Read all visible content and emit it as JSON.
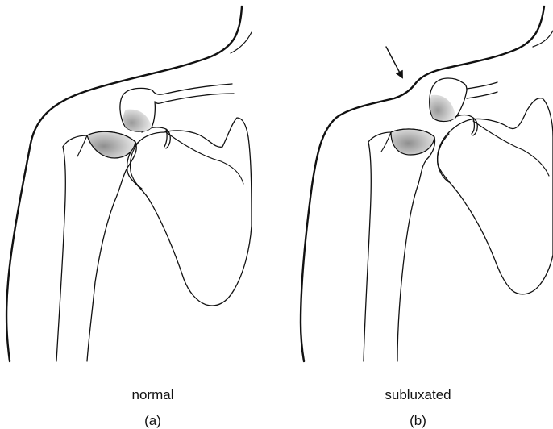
{
  "panels": [
    {
      "label": "normal",
      "letter": "(a)"
    },
    {
      "label": "subluxated",
      "letter": "(b)"
    }
  ],
  "colors": {
    "line": "#111111",
    "shade_dark": "#9a9a9a",
    "shade_light": "#f2f2f2"
  }
}
